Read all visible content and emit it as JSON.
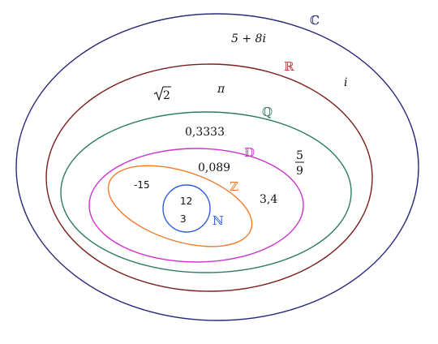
{
  "colors": {
    "complex": "#2b2a7a",
    "real": "#7b1f1f",
    "rational": "#2f7d5e",
    "decimal": "#cc33cc",
    "integer": "#f07a2a",
    "natural": "#2f5fe0"
  },
  "sets": {
    "complex": {
      "label": "ℂ"
    },
    "real": {
      "label": "ℝ"
    },
    "rational": {
      "label": "ℚ"
    },
    "decimal": {
      "label": "𝔻"
    },
    "integer": {
      "label": "ℤ"
    },
    "natural": {
      "label": "ℕ"
    }
  },
  "elements": {
    "complex_1": "5 + 8i",
    "complex_2": "i",
    "real_sqrt": "2",
    "real_pi": "π",
    "rational_1": "0,3333",
    "rational_frac_num": "5",
    "rational_frac_den": "9",
    "decimal_1": "0,089",
    "decimal_2": "3,4",
    "integer_1": "-15",
    "natural_1": "12",
    "natural_2": "3"
  }
}
